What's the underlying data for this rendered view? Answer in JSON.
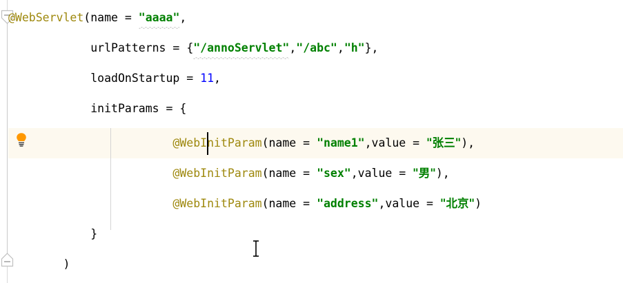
{
  "editor": {
    "name": "intellij-java-code-editor",
    "background": "#ffffff",
    "caret_line_background": "#fdf9ef",
    "gutter_separator_color": "#d8d8d8",
    "indent_guide_color": "#d4d4d4",
    "colors": {
      "annotation": "#9e880d",
      "identifier": "#000000",
      "string": "#008000",
      "number": "#0000ff",
      "punctuation": "#000000",
      "typo_squiggle": "#c8c8c8",
      "bulb": "#ff9800"
    }
  },
  "gutter": {
    "fold_marker_top": "fold-collapse-minus-icon",
    "fold_marker_bottom": "fold-collapse-minus-icon",
    "intention_bulb": "lightbulb-icon",
    "intention_bulb_tooltip": "Show Context Actions"
  },
  "cursor": {
    "text_caret_line": 5,
    "mouse_pointer": "i-beam-text-cursor"
  },
  "code": {
    "lines": [
      {
        "n": 1,
        "indent": "",
        "tokens": [
          {
            "t": "anno",
            "v": "@WebServlet"
          },
          {
            "t": "paren",
            "v": "("
          },
          {
            "t": "ident",
            "v": "name"
          },
          {
            "t": "punct",
            "v": " = "
          },
          {
            "t": "strq",
            "v": "\"aaaa\"",
            "squiggle": true
          },
          {
            "t": "punct",
            "v": ","
          }
        ]
      },
      {
        "n": 2,
        "indent": "            ",
        "tokens": [
          {
            "t": "ident",
            "v": "urlPatterns"
          },
          {
            "t": "punct",
            "v": " = "
          },
          {
            "t": "punct",
            "v": "{"
          },
          {
            "t": "strq",
            "v": "\"/annoServlet\"",
            "squiggle": true
          },
          {
            "t": "punct",
            "v": ","
          },
          {
            "t": "strq",
            "v": "\"/abc\""
          },
          {
            "t": "punct",
            "v": ","
          },
          {
            "t": "strq",
            "v": "\"h\""
          },
          {
            "t": "punct",
            "v": "},"
          }
        ]
      },
      {
        "n": 3,
        "indent": "            ",
        "tokens": [
          {
            "t": "ident",
            "v": "loadOnStartup"
          },
          {
            "t": "punct",
            "v": " = "
          },
          {
            "t": "num",
            "v": "11"
          },
          {
            "t": "punct",
            "v": ","
          }
        ]
      },
      {
        "n": 4,
        "indent": "            ",
        "tokens": [
          {
            "t": "ident",
            "v": "initParams"
          },
          {
            "t": "punct",
            "v": " = "
          },
          {
            "t": "punct",
            "v": "{"
          }
        ]
      },
      {
        "n": 5,
        "indent": "                        ",
        "highlighted": true,
        "tokens": [
          {
            "t": "anno",
            "v": "@WebInitParam"
          },
          {
            "t": "paren",
            "v": "("
          },
          {
            "t": "ident",
            "v": "name"
          },
          {
            "t": "punct",
            "v": " = "
          },
          {
            "t": "strq",
            "v": "\"name1\""
          },
          {
            "t": "punct",
            "v": ","
          },
          {
            "t": "ident",
            "v": "value"
          },
          {
            "t": "punct",
            "v": " = "
          },
          {
            "t": "cjkq",
            "v": "\"张三\""
          },
          {
            "t": "paren",
            "v": ")"
          },
          {
            "t": "punct",
            "v": ","
          }
        ]
      },
      {
        "n": 6,
        "indent": "                        ",
        "tokens": [
          {
            "t": "anno",
            "v": "@WebInitParam"
          },
          {
            "t": "paren",
            "v": "("
          },
          {
            "t": "ident",
            "v": "name"
          },
          {
            "t": "punct",
            "v": " = "
          },
          {
            "t": "strq",
            "v": "\"sex\""
          },
          {
            "t": "punct",
            "v": ","
          },
          {
            "t": "ident",
            "v": "value"
          },
          {
            "t": "punct",
            "v": " = "
          },
          {
            "t": "cjkq",
            "v": "\"男\""
          },
          {
            "t": "paren",
            "v": ")"
          },
          {
            "t": "punct",
            "v": ","
          }
        ]
      },
      {
        "n": 7,
        "indent": "                        ",
        "tokens": [
          {
            "t": "anno",
            "v": "@WebInitParam"
          },
          {
            "t": "paren",
            "v": "("
          },
          {
            "t": "ident",
            "v": "name"
          },
          {
            "t": "punct",
            "v": " = "
          },
          {
            "t": "strq",
            "v": "\"address\""
          },
          {
            "t": "punct",
            "v": ","
          },
          {
            "t": "ident",
            "v": "value"
          },
          {
            "t": "punct",
            "v": " = "
          },
          {
            "t": "cjkq",
            "v": "\"北京\""
          },
          {
            "t": "paren",
            "v": ")"
          }
        ]
      },
      {
        "n": 8,
        "indent": "            ",
        "tokens": [
          {
            "t": "punct",
            "v": "}"
          }
        ]
      },
      {
        "n": 9,
        "indent": "        ",
        "tokens": [
          {
            "t": "paren",
            "v": ")"
          }
        ]
      }
    ]
  }
}
